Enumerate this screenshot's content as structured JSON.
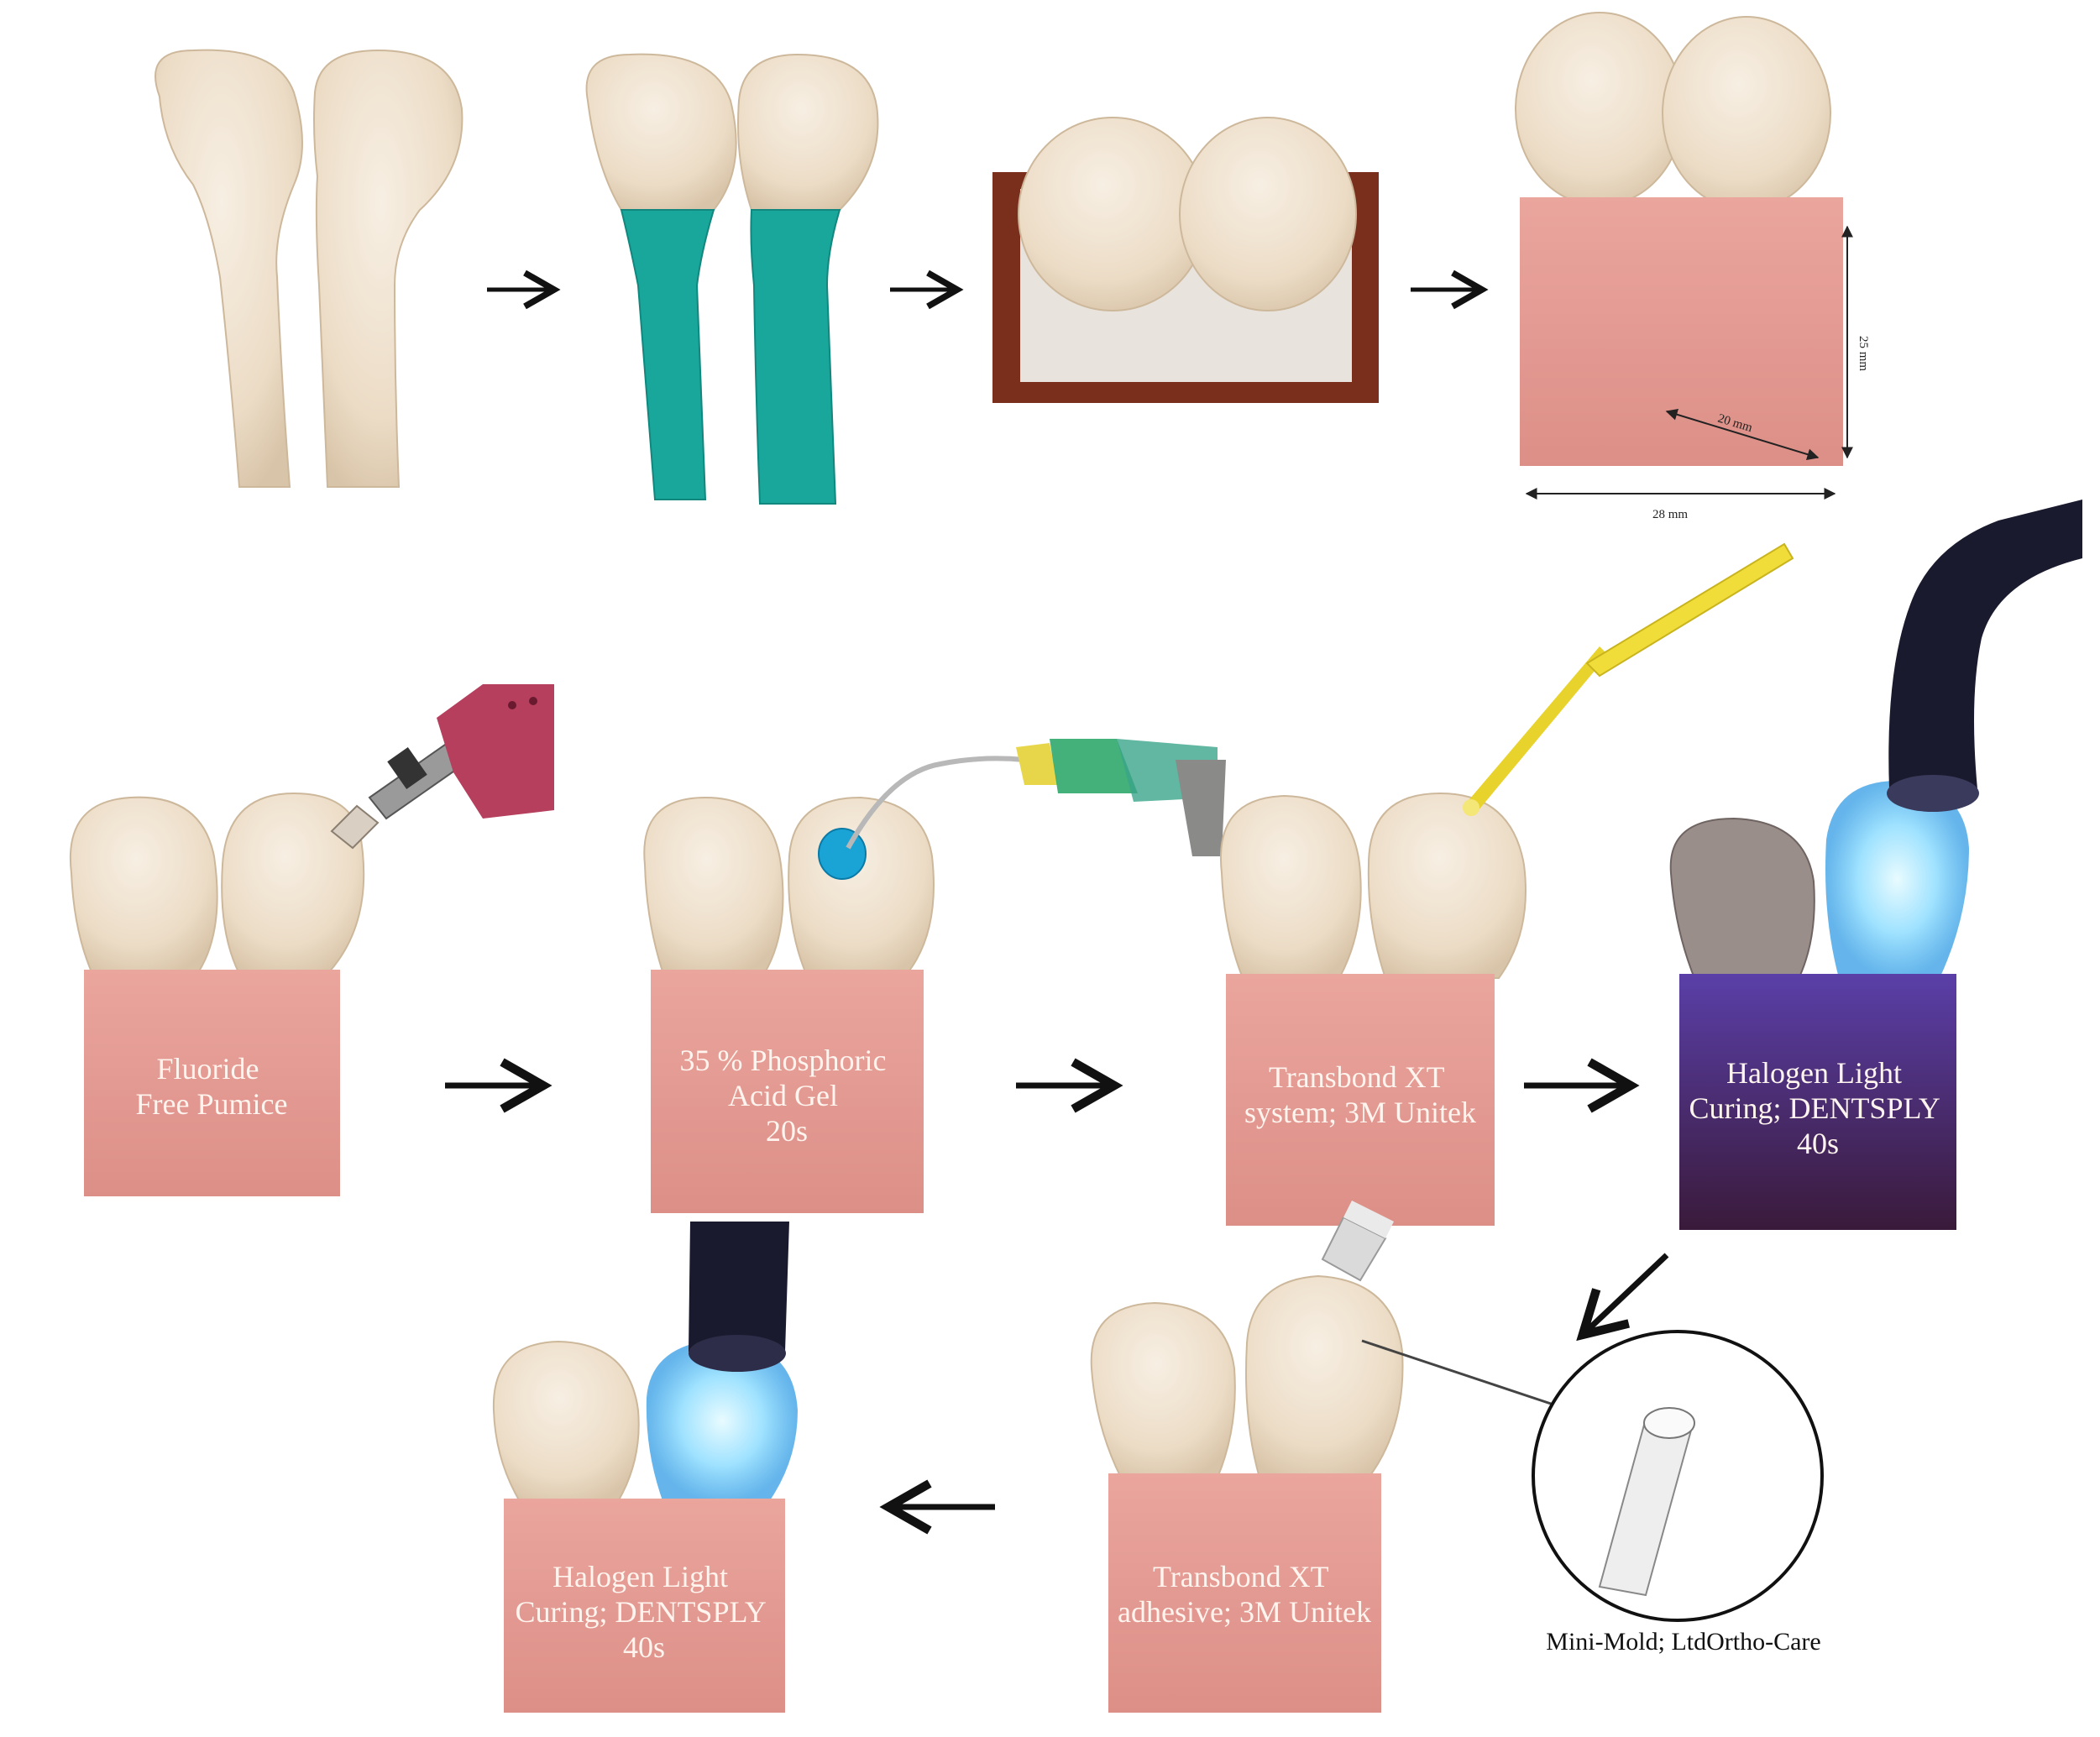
{
  "prep_row": {
    "dimensions": {
      "height": "25 mm",
      "depth": "20 mm",
      "width": "28 mm"
    }
  },
  "steps": {
    "pumice": [
      "Fluoride",
      "Free Pumice"
    ],
    "etch": [
      "35 % Phosphoric",
      "Acid Gel",
      "20s"
    ],
    "primer": [
      "Transbond XT",
      "system; 3M Unitek"
    ],
    "cure1": [
      "Halogen Light",
      "Curing; DENTSPLY",
      "40s"
    ],
    "adhesive": [
      "Transbond XT",
      "adhesive; 3M Unitek"
    ],
    "cure2": [
      "Halogen Light",
      "Curing; DENTSPLY",
      "40s"
    ]
  },
  "inset": {
    "caption": "Mini-Mold; LtdOrtho-Care"
  },
  "colors": {
    "tooth": "#efe3d0",
    "tooth_shadow": "#d9c8ae",
    "root": "#e6d6bf",
    "wax": "#19a79c",
    "block": "#e59a93",
    "mold": "#7a2e1c",
    "arrow": "#111111",
    "cure_glow": "#a7e8ff",
    "cure_tip": "#1a1a2e"
  }
}
